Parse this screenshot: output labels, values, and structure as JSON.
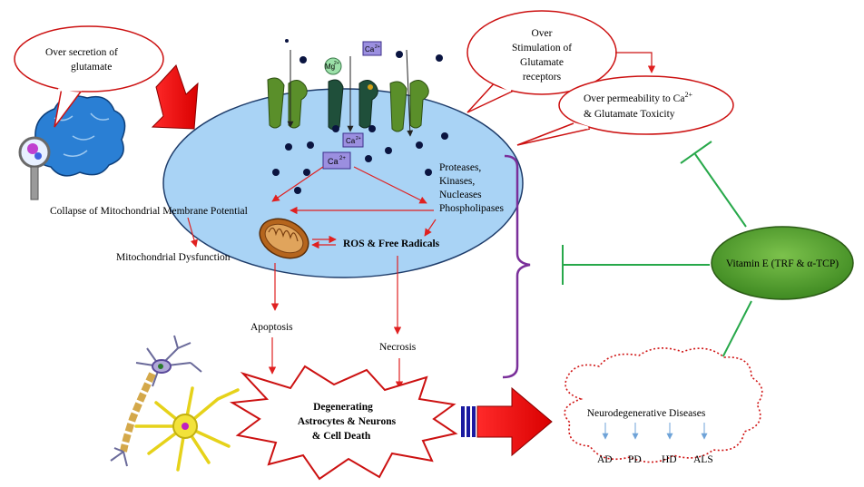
{
  "labels": {
    "over_secretion": [
      "Over secretion of",
      "glutamate"
    ],
    "over_stimulation": [
      "Over",
      "Stimulation of",
      "Glutamate",
      "receptors"
    ],
    "over_permeability_line1": "Over permeability to Ca",
    "over_permeability_sup": "2+",
    "over_permeability_line2": "& Glutamate Toxicity",
    "enzymes": [
      "Proteases,",
      "Kinases,",
      "Nucleases",
      "Phospholipases"
    ],
    "collapse": "Collapse of Mitochondrial Membrane Potential",
    "mito_dysfunction": "Mitochondrial Dysfunction",
    "ros": "ROS & Free Radicals",
    "apoptosis": "Apoptosis",
    "necrosis": "Necrosis",
    "cell_death": [
      "Degenerating",
      "Astrocytes & Neurons",
      "& Cell Death"
    ],
    "vitamin_e": "Vitamin E (TRF & α-TCP)",
    "neuro_title": "Neurodegenerative Diseases",
    "diseases": [
      "AD",
      "PD",
      "HD",
      "ALS"
    ],
    "mg": "Mg",
    "mg_sup": "2+",
    "ca": "Ca",
    "ca_sup": "2+"
  },
  "colors": {
    "cell_fill": "#a9d3f5",
    "cell_stroke": "#1f3d6b",
    "arrow_red": "#e02020",
    "callout_stroke": "#cc1111",
    "vitamin_fill": "#4c9a2a",
    "inhibit_green": "#27a84a",
    "bracket_purple": "#7a2f9a",
    "cloud_stroke": "#d01515",
    "ion_box": "#9b8fe0",
    "dot": "#0a1440"
  }
}
